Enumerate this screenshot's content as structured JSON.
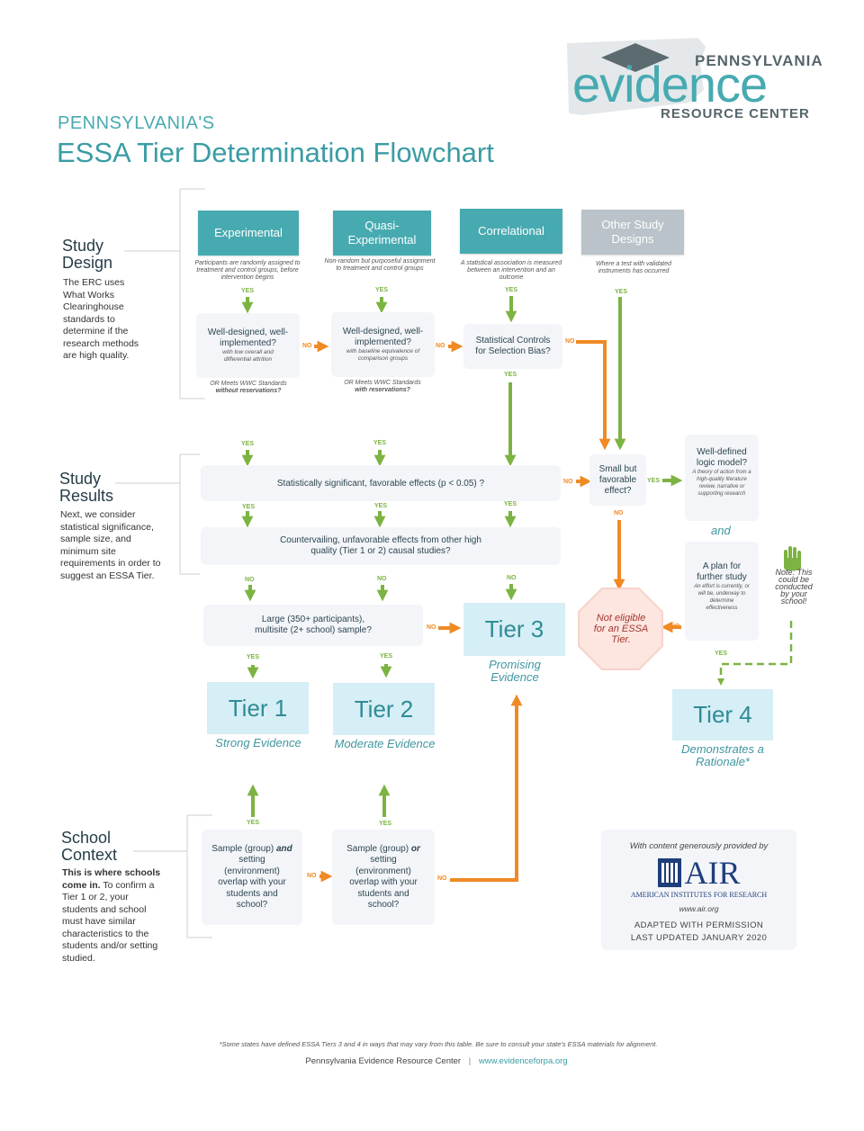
{
  "header": {
    "subtitle": "PENNSYLVANIA'S",
    "title": "ESSA Tier Determination Flowchart"
  },
  "logo": {
    "line1": "PENNSYLVANIA",
    "word": "evidence",
    "line3": "RESOURCE CENTER"
  },
  "sections": {
    "design": {
      "title": "Study Design",
      "desc": "The ERC uses What Works Clearinghouse standards to determine if the research methods are high quality."
    },
    "results": {
      "title": "Study Results",
      "desc": "Next, we consider statistical significance, sample size, and minimum site requirements in order to suggest an ESSA Tier."
    },
    "context": {
      "title": "School Context",
      "desc_bold": "This is where schools come in.",
      "desc": " To confirm a Tier 1 or 2, your students and school must have similar characteristics to the students and/or setting studied."
    }
  },
  "designs": {
    "experimental": {
      "label": "Experimental",
      "note": "Participants are randomly assigned to treatment and control groups, before intervention begins"
    },
    "quasi": {
      "label": "Quasi-Experimental",
      "note": "Non-random but purposeful assignment to treatment and control groups"
    },
    "correlational": {
      "label": "Correlational",
      "note": "A statistical association is measured between an intervention and an outcome"
    },
    "other": {
      "label": "Other Study Designs",
      "note": "Where a test with validated instruments has occurred"
    }
  },
  "decisions": {
    "well1": {
      "main": "Well-designed, well-implemented?",
      "sub": "with low overall and differential attrition"
    },
    "well1_or": "OR Meets WWC Standards",
    "well1_or_bold": "without reservations?",
    "well2": {
      "main": "Well-designed, well-implemented?",
      "sub": "with baseline equivalence of comparison groups"
    },
    "well2_or": "OR Meets WWC Standards",
    "well2_or_bold": "with reservations?",
    "stat_controls": "Statistical Controls for Selection Bias?",
    "significant": "Statistically significant, favorable effects (p < 0.05) ?",
    "countervailing": "Countervailing, unfavorable effects from other high quality (Tier 1 or 2) causal studies?",
    "large": "Large (350+ participants), multisite (2+ school) sample?",
    "small": "Small but favorable effect?",
    "logic": {
      "main": "Well-defined logic model?",
      "sub": "A theory of action from a high-quality literature review, narrative or supporting research"
    },
    "and": "and",
    "plan": {
      "main": "A plan for further study",
      "sub": "An effort is currently, or will be, underway to determine effectiveness"
    },
    "plan_note": "Note: This could be conducted by your school!",
    "not_eligible": "Not eligible for an ESSA Tier.",
    "sample_and": {
      "pre": "Sample (group) ",
      "em": "and",
      "post": " setting (environment) overlap with your students and school?"
    },
    "sample_or": {
      "pre": "Sample (group) ",
      "em": "or",
      "post": " setting (environment) overlap with your students and school?"
    }
  },
  "labels": {
    "yes": "YES",
    "no": "NO"
  },
  "tiers": {
    "t1": {
      "label": "Tier 1",
      "caption": "Strong Evidence"
    },
    "t2": {
      "label": "Tier 2",
      "caption": "Moderate Evidence"
    },
    "t3": {
      "label": "Tier 3",
      "caption": "Promising Evidence"
    },
    "t4": {
      "label": "Tier 4",
      "caption": "Demonstrates a Rationale*"
    }
  },
  "credit": {
    "provided": "With content generously provided by",
    "air": "AIR",
    "air_full": "AMERICAN INSTITUTES FOR RESEARCH",
    "url": "www.air.org",
    "adapted": "ADAPTED WITH PERMISSION",
    "updated": "LAST UPDATED JANUARY 2020"
  },
  "footer": {
    "note": "*Some states have defined ESSA Tiers 3 and 4 in ways that may vary from this table. Be sure to consult your state's ESSA materials for alignment.",
    "org": "Pennsylvania Evidence Resource Center",
    "sep": "|",
    "url": "www.evidenceforpa.org"
  },
  "colors": {
    "teal": "#48aab1",
    "green": "#7cb342",
    "orange": "#f08a24",
    "tier_bg": "#d6eef5",
    "box_bg": "#f3f5f9"
  }
}
